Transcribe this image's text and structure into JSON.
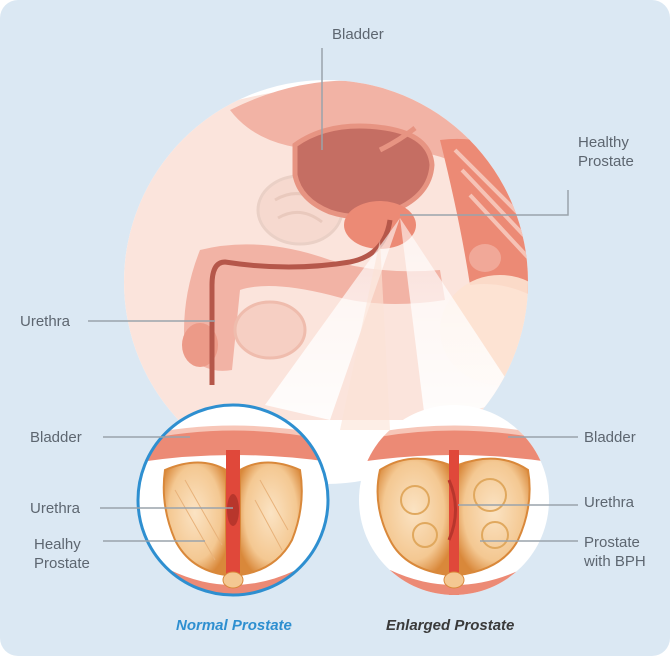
{
  "main_labels": {
    "bladder": "Bladder",
    "healthy_prostate_line1": "Healthy",
    "healthy_prostate_line2": "Prostate",
    "urethra": "Urethra"
  },
  "normal_inset": {
    "bladder": "Bladder",
    "urethra": "Urethra",
    "prostate_line1": "Healhy",
    "prostate_line2": "Prostate",
    "caption": "Normal Prostate"
  },
  "enlarged_inset": {
    "bladder": "Bladder",
    "urethra": "Urethra",
    "prostate_line1": "Prostate",
    "prostate_line2": "with BPH",
    "caption": "Enlarged Prostate"
  },
  "colors": {
    "background": "#dbe8f3",
    "label_text": "#5d6670",
    "leader_line": "#9aa3ab",
    "tissue_pink": "#f2b3a5",
    "tissue_red": "#ec8a75",
    "bladder_dark": "#c56e63",
    "normal_ring": "#2e8fd0",
    "normal_caption": "#2e8fd0",
    "enlarged_caption": "#3a3a3a"
  }
}
